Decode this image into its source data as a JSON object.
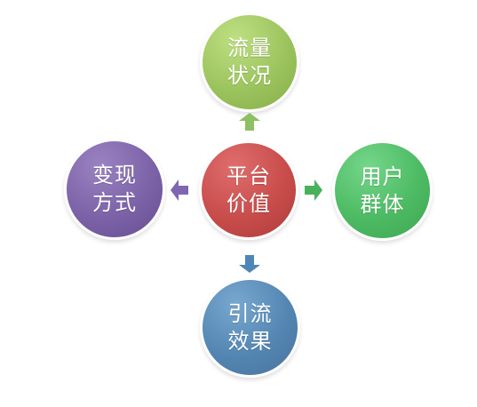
{
  "diagram": {
    "center": {
      "label": "平台\n价值",
      "color": "#c84d4b"
    },
    "top": {
      "label": "流量\n状况",
      "color": "#9cc45e"
    },
    "left": {
      "label": "变现\n方式",
      "color": "#7c62a7"
    },
    "right": {
      "label": "用户\n群体",
      "color": "#4dbb63"
    },
    "bottom": {
      "label": "引流\n效果",
      "color": "#5486b3"
    },
    "arrows": {
      "up_color": "#8ebf63",
      "left_color": "#7f66b0",
      "right_color": "#49b15b",
      "down_color": "#4f86b9"
    }
  }
}
